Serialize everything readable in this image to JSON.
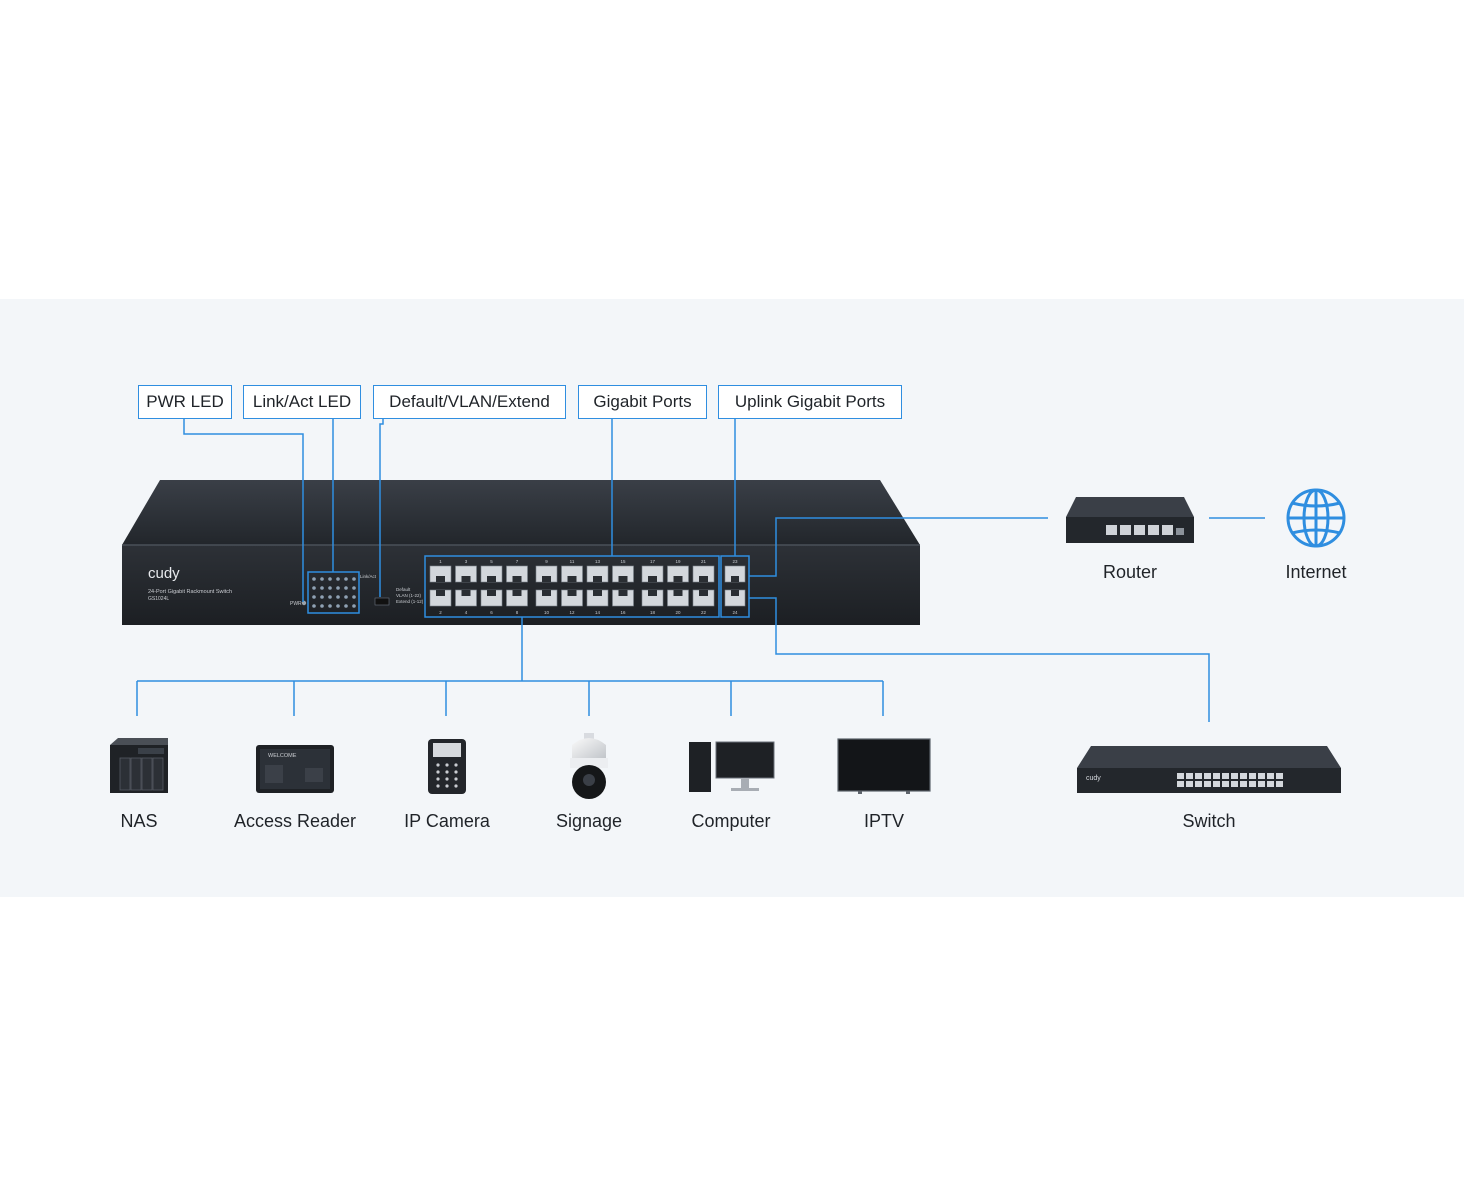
{
  "callouts": {
    "pwr_led": "PWR LED",
    "link_act_led": "Link/Act LED",
    "mode_switch": "Default/VLAN/Extend",
    "gigabit_ports": "Gigabit Ports",
    "uplink_ports": "Uplink Gigabit Ports"
  },
  "switch_front": {
    "brand": "cudy",
    "model_desc": "24-Port Gigabit Rackmount Switch",
    "model_no": "GS1024L",
    "pwr": "PWR",
    "link_act": "Link/Act",
    "mode_default": "Default",
    "mode_vlan": "VLAN (1-22)",
    "mode_extend": "Extend (1-12)",
    "port_top": [
      "1",
      "3",
      "5",
      "7",
      "9",
      "11",
      "13",
      "15",
      "17",
      "19",
      "21"
    ],
    "port_bottom": [
      "2",
      "4",
      "6",
      "8",
      "10",
      "12",
      "14",
      "16",
      "18",
      "20",
      "22"
    ],
    "uplink_top": "23",
    "uplink_bottom": "24",
    "access_screen_text": "WELCOME"
  },
  "upstream": {
    "router": "Router",
    "internet": "Internet",
    "switch": "Switch"
  },
  "clients": [
    "NAS",
    "Access Reader",
    "IP Camera",
    "Signage",
    "Computer",
    "IPTV"
  ],
  "colors": {
    "accent": "#2f8ee0",
    "panel_bg": "#f3f6f9",
    "device_body": "#2b2f35"
  }
}
